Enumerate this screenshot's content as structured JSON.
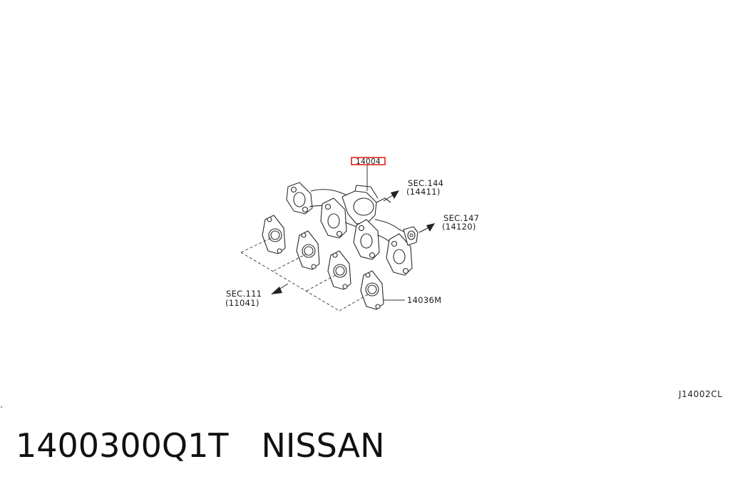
{
  "diagram": {
    "highlighted_part": "14004",
    "callouts": {
      "sec144": {
        "sec": "SEC.144",
        "ref": "(14411)"
      },
      "sec147": {
        "sec": "SEC.147",
        "ref": "(14120)"
      },
      "sec111": {
        "sec": "SEC.111",
        "ref": "(11041)"
      },
      "gasket": "14036M"
    },
    "drawing_code": "J14002CL",
    "highlight_color": "#e02020"
  },
  "caption": {
    "part_number": "1400300Q1T",
    "brand": "NISSAN"
  }
}
